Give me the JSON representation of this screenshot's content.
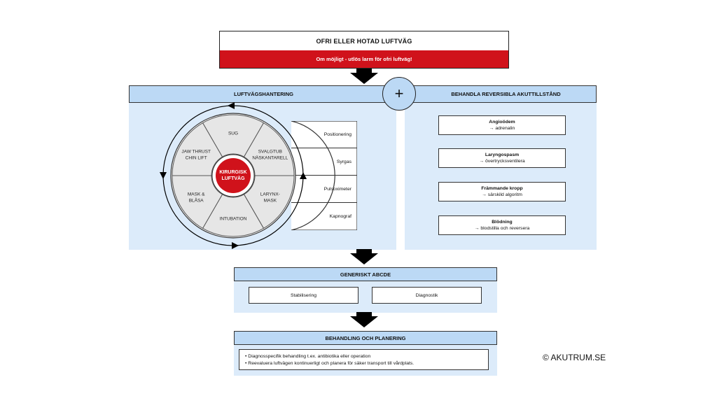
{
  "top": {
    "title": "OFRI ELLER HOTAD LUFTVÄG",
    "alert": "Om möjligt - utlös larm för ofri luftväg!"
  },
  "airway": {
    "header": "LUFTVÄGSHANTERING",
    "center": [
      "KIRURGISK",
      "LUFTVÄG"
    ],
    "segments": [
      {
        "lines": [
          "SUG"
        ]
      },
      {
        "lines": [
          "SVALGTUB",
          "NÄSKANTARELL"
        ]
      },
      {
        "lines": [
          "LARYNX-",
          "MASK"
        ]
      },
      {
        "lines": [
          "INTUBATION"
        ]
      },
      {
        "lines": [
          "MASK &",
          "BLÅSA"
        ]
      },
      {
        "lines": [
          "JAW THRUST",
          "CHIN LIFT"
        ]
      }
    ],
    "tabs": [
      "Positionering",
      "Syrgas",
      "Pulsoximeter",
      "Kapnograf"
    ]
  },
  "plus_symbol": "+",
  "reversible": {
    "header": "BEHANDLA REVERSIBLA AKUTTILLSTÅND",
    "items": [
      {
        "title": "Angioödem",
        "action": "→ adrenalin"
      },
      {
        "title": "Laryngospasm",
        "action": "→ övertrycksventilera"
      },
      {
        "title": "Främmande kropp",
        "action": "→ särskild algoritm"
      },
      {
        "title": "Blödning",
        "action": "→ blodstilla och reversera"
      }
    ]
  },
  "abcde": {
    "header": "GENERISKT ABCDE",
    "left": "Stabilisering",
    "right": "Diagnostik"
  },
  "plan": {
    "header": "BEHANDLING OCH PLANERING",
    "bullets": [
      "Diagnosspecifik behandling t.ex. antibiotika eller operation",
      "Reevaluera luftvägen kontinuerligt och planera för säker transport till vårdplats."
    ]
  },
  "copyright": "© AKUTRUM.SE",
  "colors": {
    "alert_red": "#d0121b",
    "panel_blue": "#dcebfa",
    "header_blue": "#bcd9f5",
    "segment_gray": "#e6e6e6"
  }
}
